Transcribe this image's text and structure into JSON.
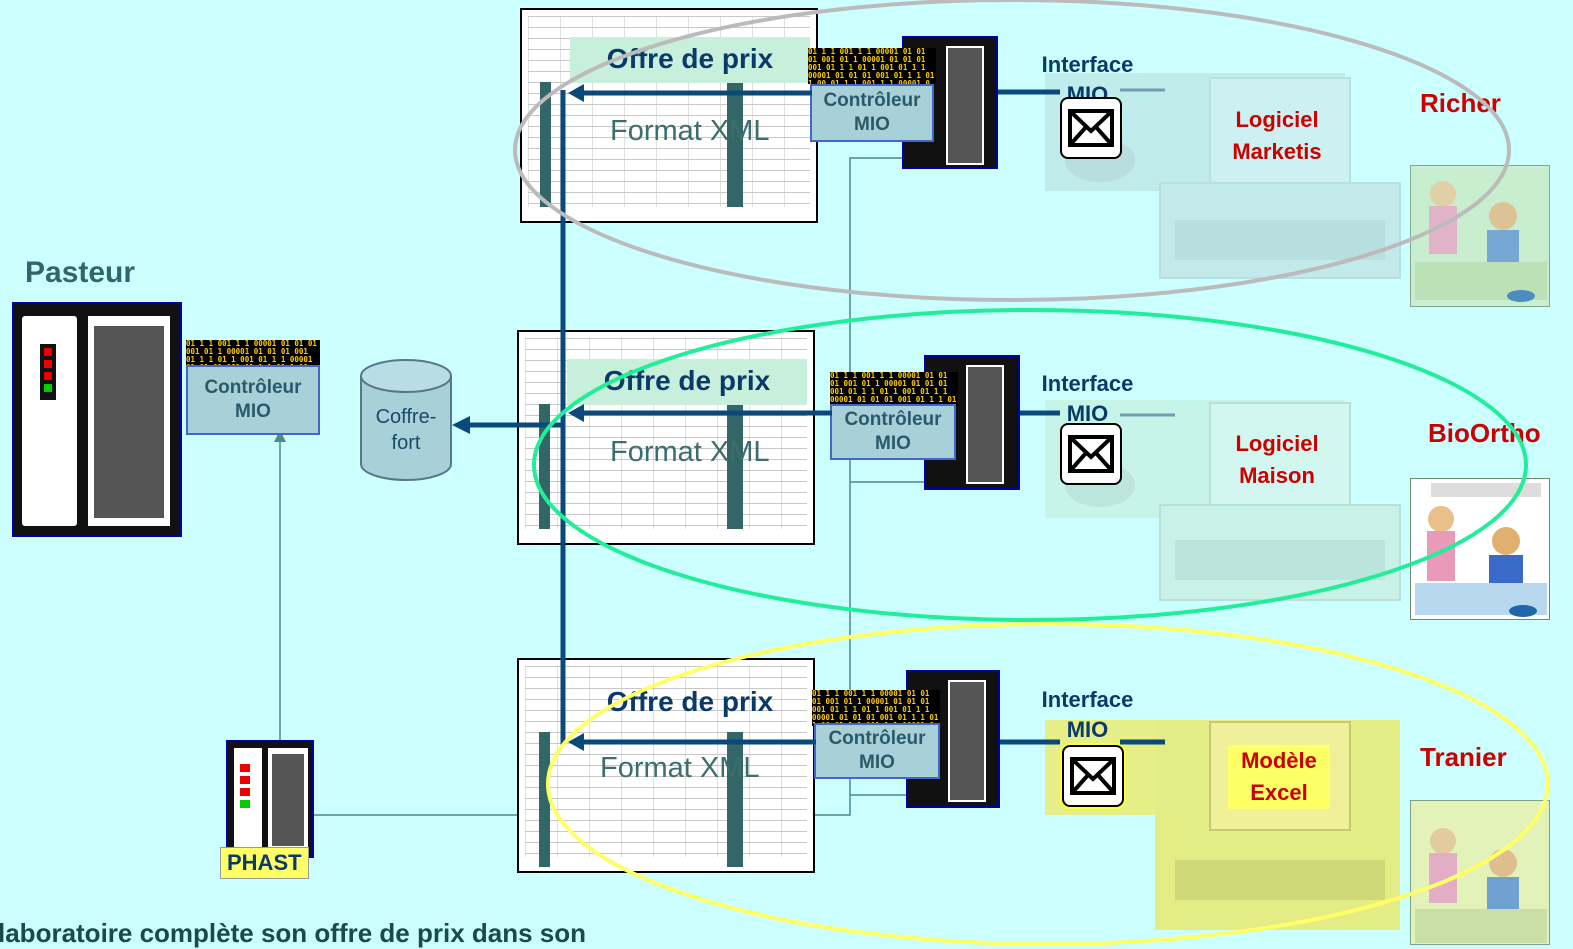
{
  "labels": {
    "pasteur": "Pasteur",
    "phast": "PHAST",
    "coffre_line1": "Coffre-",
    "coffre_line2": "fort",
    "bottom_text": "laboratoire complète son offre de prix dans son"
  },
  "rows": [
    {
      "offre": "Offre de prix",
      "format": "Format XML",
      "controleur_line1": "Contrôleur",
      "controleur_line2": "MIO",
      "interface_line1": "Interface",
      "interface_line2": "MIO",
      "software_line1": "Logiciel",
      "software_line2": "Marketis",
      "client": "Richer"
    },
    {
      "offre": "Offre de prix",
      "format": "Format XML",
      "controleur_line1": "Contrôleur",
      "controleur_line2": "MIO",
      "interface_line1": "Interface",
      "interface_line2": "MIO",
      "software_line1": "Logiciel",
      "software_line2": "Maison",
      "client": "BioOrtho"
    },
    {
      "offre": "Offre de prix",
      "format": "Format XML",
      "controleur_line1": "Contrôleur",
      "controleur_line2": "MIO",
      "interface_line1": "Interface",
      "interface_line2": "MIO",
      "software_line1": "Modèle",
      "software_line2": "Excel",
      "client": "Tranier"
    }
  ],
  "pasteur_controller": {
    "line1": "Contrôleur",
    "line2": "MIO"
  },
  "binary_text": "01 1 1 001 1 1 00001 01 01 01 001 01 1 00001 01 01 01 001 01 1 1 01 1 001 01 1 1 00001 01 01 01 001 01 1 1 01 1 00 01 1 1 001 1 1 00001 0",
  "colors": {
    "background": "#ccffff",
    "arrow_main": "#0a4a7a",
    "ellipse_richer": "#bbbbbb",
    "ellipse_bioortho": "#22ee99",
    "ellipse_tranier": "#ffff66",
    "client_red": "#cc0000"
  },
  "icons": [
    "server-icon",
    "envelope-icon",
    "computer-icon",
    "database-icon",
    "people-icon"
  ]
}
